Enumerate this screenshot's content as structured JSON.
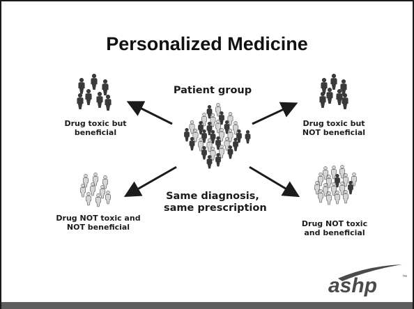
{
  "slide": {
    "title": "Personalized Medicine",
    "colors": {
      "border": "#1a1a1a",
      "footer_bar": "#5d5d5d",
      "figure_dark": "#3a3a3a",
      "figure_light": "#d6d6d6",
      "logo": "#4a4a4a"
    }
  },
  "diagram": {
    "center_top_label": "Patient group",
    "center_bottom_label": [
      "Same diagnosis,",
      "same prescription"
    ],
    "groups": [
      {
        "label": [
          "Drug toxic but",
          "beneficial"
        ],
        "figure_icon": "person-icon"
      },
      {
        "label": [
          "Drug toxic but",
          "NOT beneficial"
        ],
        "figure_icon": "person-icon"
      },
      {
        "label": [
          "Drug NOT toxic and",
          "NOT beneficial"
        ],
        "figure_icon": "person-icon"
      },
      {
        "label": [
          "Drug NOT toxic",
          "and beneficial"
        ],
        "figure_icon": "person-icon"
      }
    ],
    "arrow_icon": "arrow-icon"
  },
  "logo": {
    "text": "ashp",
    "trademark": "™"
  }
}
